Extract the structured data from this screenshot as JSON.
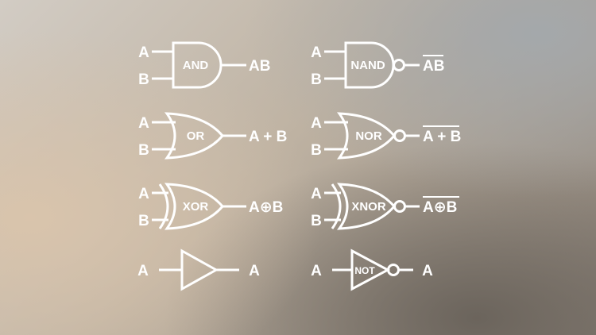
{
  "gates": {
    "and": {
      "in_a": "A",
      "in_b": "B",
      "label": "AND",
      "output": "AB"
    },
    "nand": {
      "in_a": "A",
      "in_b": "B",
      "label": "NAND",
      "output": "AB"
    },
    "or": {
      "in_a": "A",
      "in_b": "B",
      "label": "OR",
      "output": "A + B"
    },
    "nor": {
      "in_a": "A",
      "in_b": "B",
      "label": "NOR",
      "output": "A + B"
    },
    "xor": {
      "in_a": "A",
      "in_b": "B",
      "label": "XOR",
      "output": "A⊕B"
    },
    "xnor": {
      "in_a": "A",
      "in_b": "B",
      "label": "XNOR",
      "output": "A⊕B"
    },
    "buffer": {
      "in_a": "A",
      "output": "A"
    },
    "not": {
      "in_a": "A",
      "label": "NOT",
      "output": "A"
    }
  },
  "colors": {
    "stroke": "#ffffff"
  }
}
